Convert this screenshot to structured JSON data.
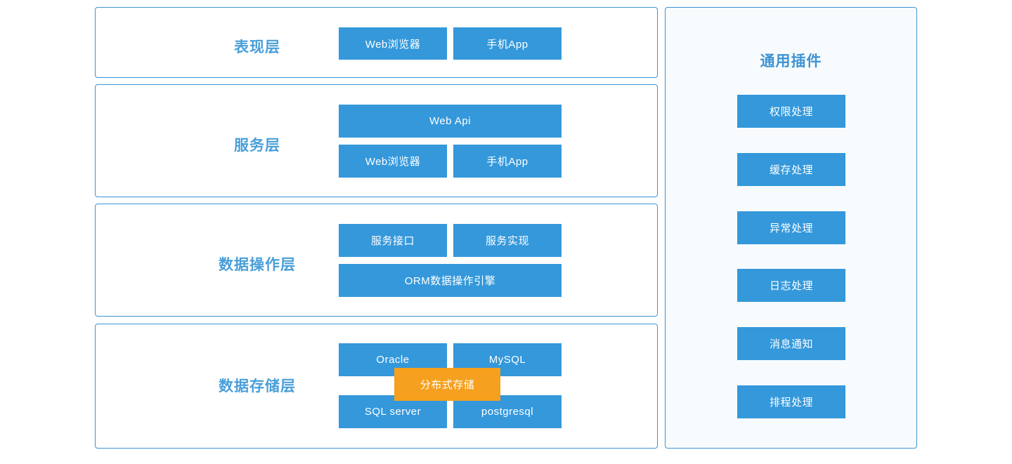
{
  "diagram": {
    "title_text_color": "#4a9fd8",
    "box_color": "#3498db",
    "highlight_color": "#f5a01e",
    "panel_border_color": "#3d93d3",
    "plugin_panel_background": "#f7fbfd"
  },
  "layers": [
    {
      "title": "表现层",
      "rows": [
        {
          "boxes": [
            {
              "label": "Web浏览器"
            },
            {
              "label": "手机App"
            }
          ]
        }
      ]
    },
    {
      "title": "服务层",
      "rows": [
        {
          "boxes": [
            {
              "label": "Web Api"
            }
          ]
        },
        {
          "boxes": [
            {
              "label": "Web浏览器"
            },
            {
              "label": "手机App"
            }
          ]
        }
      ]
    },
    {
      "title": "数据操作层",
      "rows": [
        {
          "boxes": [
            {
              "label": "服务接口"
            },
            {
              "label": "服务实现"
            }
          ]
        },
        {
          "boxes": [
            {
              "label": "ORM数据操作引擎"
            }
          ]
        }
      ]
    },
    {
      "title": "数据存储层",
      "rows": [
        {
          "boxes": [
            {
              "label": "Oracle"
            },
            {
              "label": "MySQL"
            }
          ]
        },
        {
          "boxes": [
            {
              "label": "SQL server"
            },
            {
              "label": "postgresql"
            }
          ]
        }
      ],
      "overlay": {
        "label": "分布式存储"
      }
    }
  ],
  "plugins": {
    "title": "通用插件",
    "items": [
      {
        "label": "权限处理"
      },
      {
        "label": "缓存处理"
      },
      {
        "label": "异常处理"
      },
      {
        "label": "日志处理"
      },
      {
        "label": "消息通知"
      },
      {
        "label": "排程处理"
      }
    ]
  }
}
